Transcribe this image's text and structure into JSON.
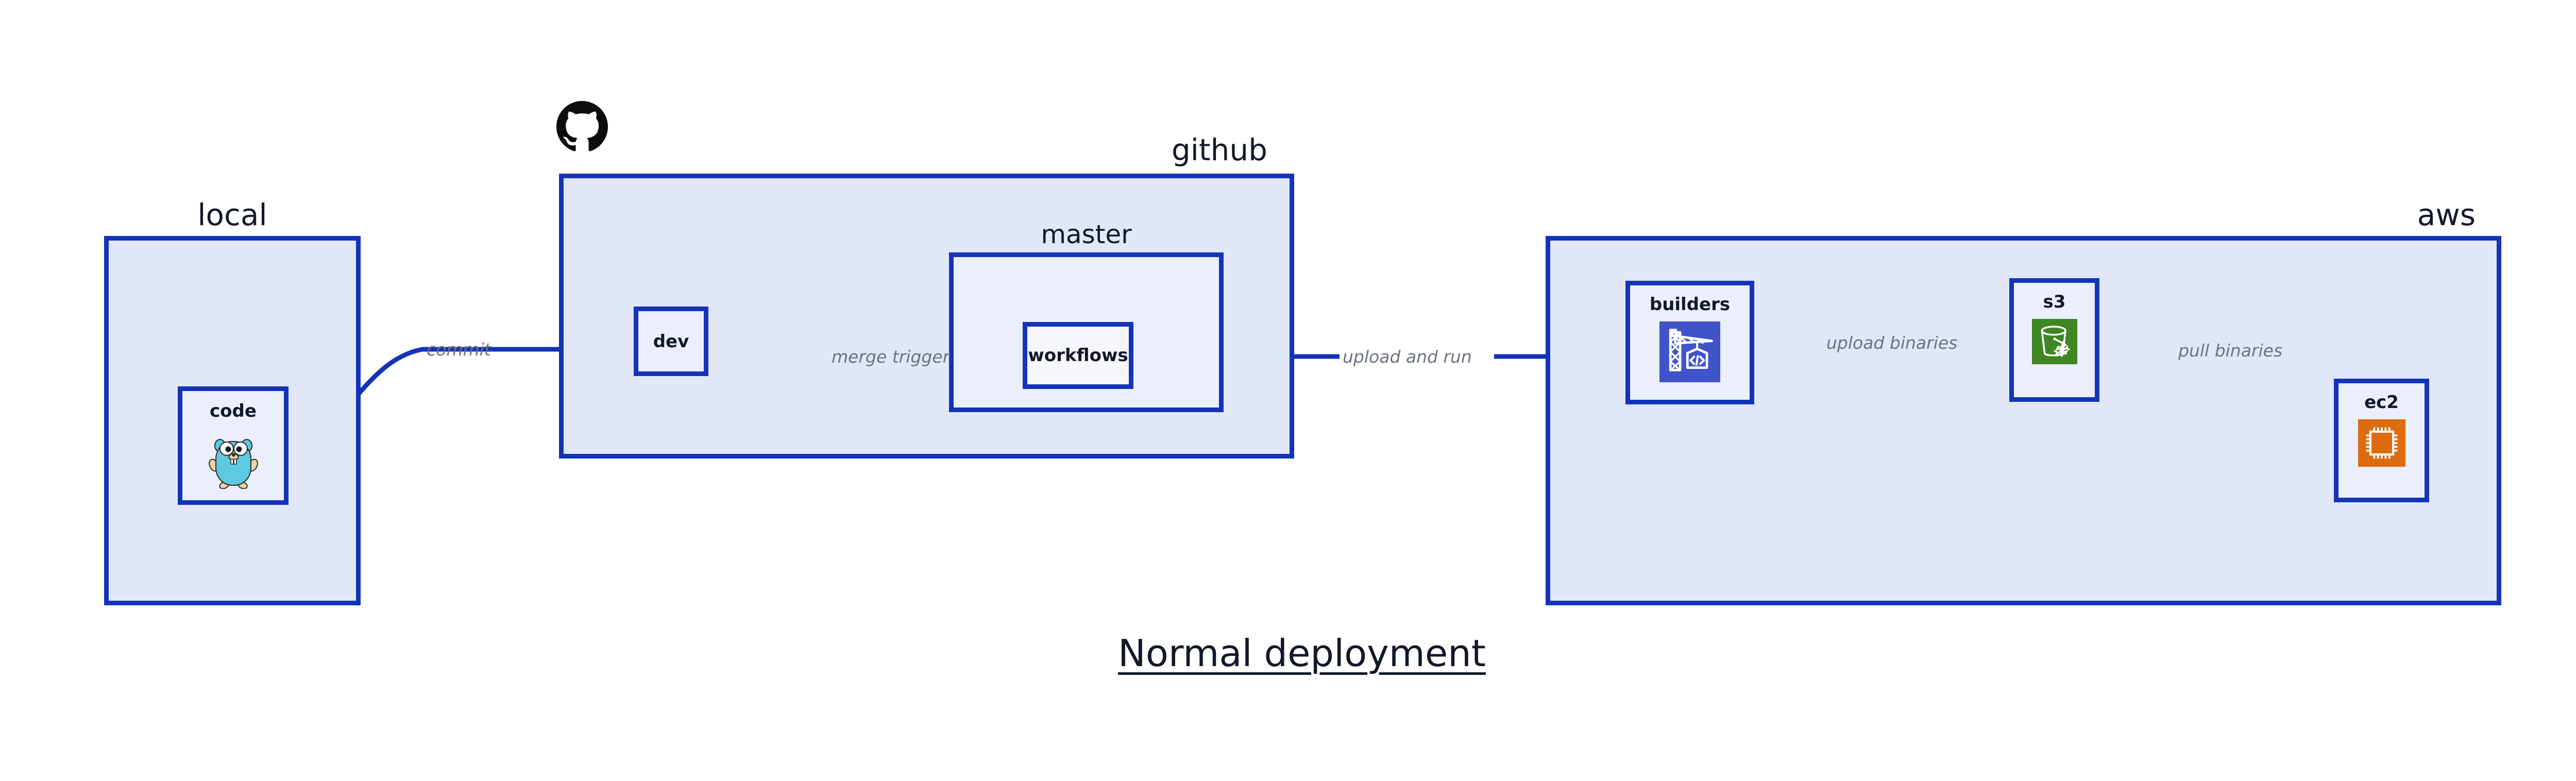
{
  "diagram": {
    "title": "Normal deployment",
    "background_color": "#ffffff",
    "accent_color": "#1334B9",
    "group_fill": "#E2E7F8",
    "node_fill": "#EBEFFB",
    "text_color": "#12182B",
    "edge_label_color": "#6D7280"
  },
  "groups": [
    {
      "id": "local",
      "label": "local",
      "label_align": "center"
    },
    {
      "id": "github",
      "label": "github",
      "label_align": "right"
    },
    {
      "id": "aws",
      "label": "aws",
      "label_align": "right"
    }
  ],
  "subgroups": [
    {
      "id": "master",
      "label": "master",
      "parent": "github"
    }
  ],
  "nodes": [
    {
      "id": "code",
      "label": "code",
      "parent": "local",
      "icon": "go-gopher-icon",
      "icon_color": "#5DC9E2"
    },
    {
      "id": "dev",
      "label": "dev",
      "parent": "github",
      "icon": null,
      "icon_color": null
    },
    {
      "id": "workflows",
      "label": "workflows",
      "parent": "master",
      "icon": null,
      "icon_color": null
    },
    {
      "id": "builders",
      "label": "builders",
      "parent": "aws",
      "icon": "aws-codebuild-icon",
      "icon_color": "#4053C8"
    },
    {
      "id": "s3",
      "label": "s3",
      "parent": "aws",
      "icon": "aws-s3-glacier-icon",
      "icon_color": "#3F8624"
    },
    {
      "id": "ec2",
      "label": "ec2",
      "parent": "aws",
      "icon": "aws-ec2-icon",
      "icon_color": "#DD6B10"
    }
  ],
  "logos": [
    {
      "id": "github-logo",
      "icon": "github-octocat-icon",
      "color": "#000000",
      "near": "github"
    }
  ],
  "edges": [
    {
      "id": "commit",
      "label": "commit",
      "from": "code",
      "to": "dev",
      "style": "curved"
    },
    {
      "id": "merge-trigger",
      "label": "merge trigger",
      "from": "dev",
      "to": "workflows",
      "style": "straight"
    },
    {
      "id": "upload-and-run",
      "label": "upload and run",
      "from": "workflows",
      "to": "builders",
      "style": "straight"
    },
    {
      "id": "upload-binaries",
      "label": "upload binaries",
      "from": "builders",
      "to": "s3",
      "style": "straight"
    },
    {
      "id": "pull-binaries",
      "label": "pull binaries",
      "from": "s3",
      "to": "ec2",
      "style": "curved"
    }
  ]
}
